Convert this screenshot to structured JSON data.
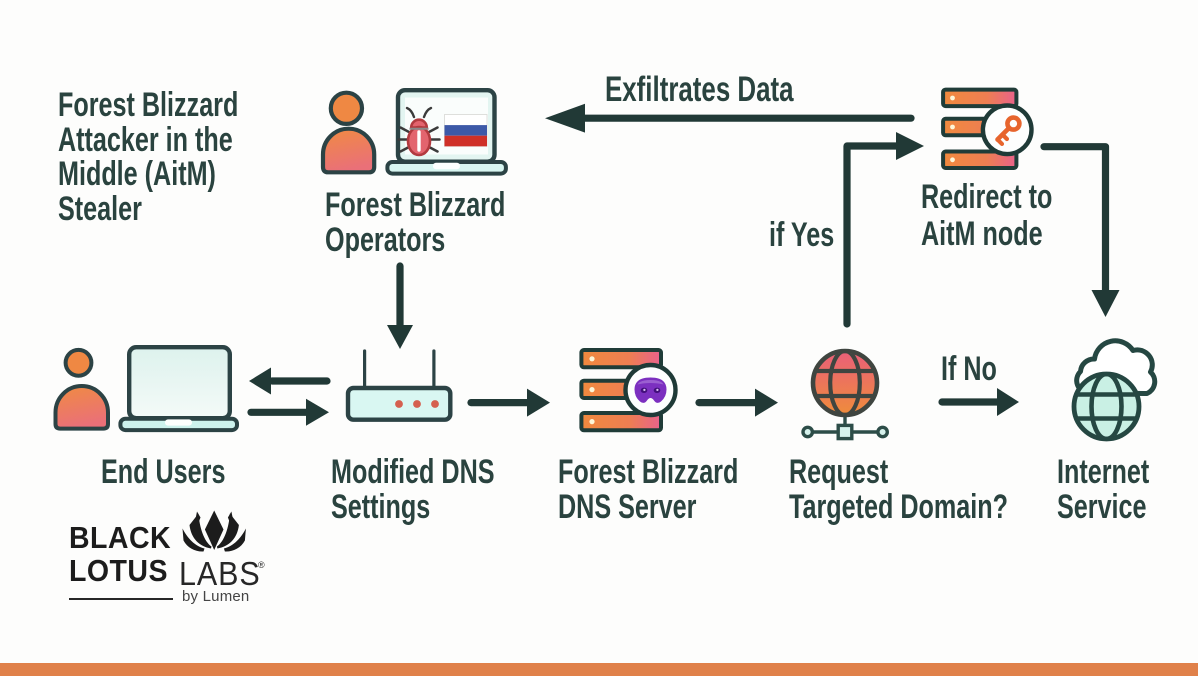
{
  "title": "Forest Blizzard\nAttacker in the\nMiddle (AitM)\nStealer",
  "nodes": {
    "operators": {
      "label": "Forest Blizzard\nOperators",
      "icon": "attacker-with-laptop-bug-and-russian-flag"
    },
    "end_users": {
      "label": "End Users",
      "icon": "person-with-laptop"
    },
    "modified_dns": {
      "label": "Modified DNS\nSettings",
      "icon": "wifi-router"
    },
    "dns_server": {
      "label": "Forest Blizzard\nDNS Server",
      "icon": "server-with-bandit-mask"
    },
    "request_domain": {
      "label": "Request\nTargeted Domain?",
      "icon": "globe-with-network"
    },
    "internet_service": {
      "label": "Internet\nService",
      "icon": "globe-with-cloud"
    },
    "aitm_node": {
      "label": "Redirect to\nAitM node",
      "icon": "server-with-key"
    }
  },
  "edges": {
    "exfiltrates": {
      "label": "Exfiltrates Data"
    },
    "if_yes": {
      "label": "if Yes"
    },
    "if_no": {
      "label": "If No"
    }
  },
  "logo": {
    "line1": "BLACK",
    "line2": "LOTUS",
    "labs": "LABS",
    "reg_mark": "®",
    "byline": "by Lumen"
  },
  "colors": {
    "bg": "#fdfdfc",
    "text": "#2a433f",
    "ink": "#213936",
    "icon_stroke": "#2c4345",
    "orange": "#ef8843",
    "pink": "#e9628c",
    "salmon": "#ea7273",
    "mint": "#d9f7f2",
    "mint_dark": "#cdf2ed",
    "purple": "#7b2fbf",
    "key_orange": "#e7652e",
    "flag_blue": "#3d59a8",
    "flag_red": "#cf3028",
    "bug_red": "#e2656e",
    "dot_red": "#d5604f",
    "logo_black": "#1c1c1c",
    "accent_bar": "#e0814a"
  }
}
